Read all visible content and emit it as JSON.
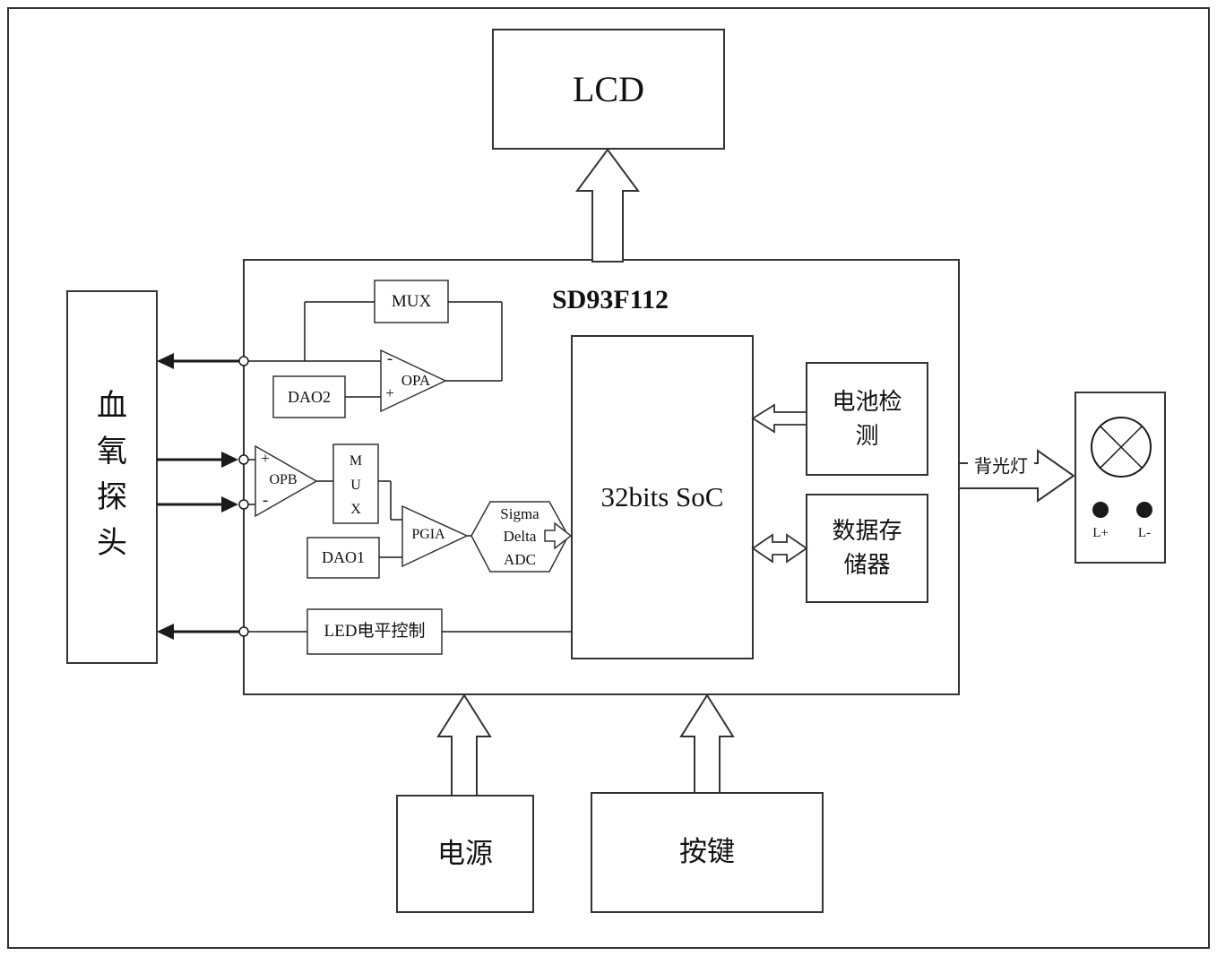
{
  "colors": {
    "line": "#1a1a1a",
    "background": "#ffffff"
  },
  "icons": {
    "lamp_symbol": "lamp-circle-x-icon",
    "terminal_dots": "terminal-dot-icon",
    "hollow_arrow": "block-arrow-icon",
    "solid_arrow": "signal-arrow-icon"
  },
  "labels": {
    "lcd": "LCD",
    "chip_title": "SD93F112",
    "probe": "血氧探头",
    "mux_top": "MUX",
    "opa": "OPA",
    "opb": "OPB",
    "sign_minus": "-",
    "sign_plus": "+",
    "dao2": "DAO2",
    "dao1": "DAO1",
    "mux_mid": "MUX",
    "pgia": "PGIA",
    "adc": "Sigma Delta ADC",
    "soc": "32bits SoC",
    "led_ctrl": "LED电平控制",
    "battery": "电池检测",
    "storage": "数据存储器",
    "backlight": "背光灯",
    "power": "电源",
    "keys": "按键",
    "lamp_lplus": "L+",
    "lamp_lminus": "L-"
  }
}
